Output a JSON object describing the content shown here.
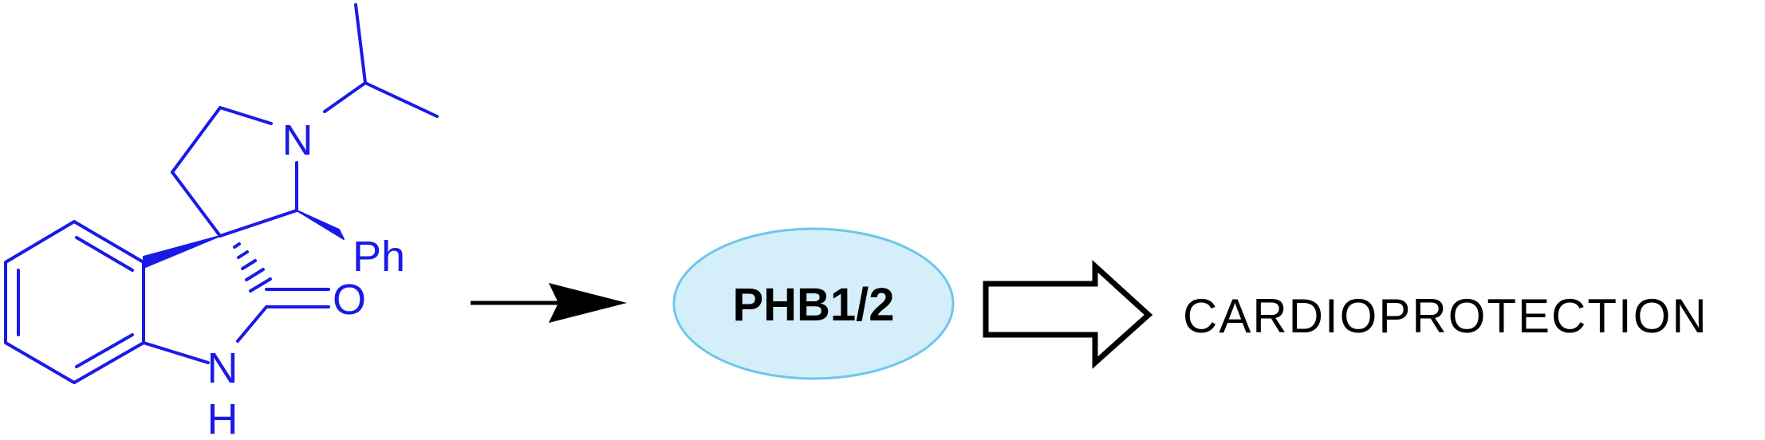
{
  "molecule": {
    "atoms": {
      "n_ring": "N",
      "ph": "Ph",
      "o": "O",
      "n_lactam": "N",
      "h_lactam": "H"
    },
    "bond_color": "#1a1ae6"
  },
  "target": {
    "label": "PHB1/2",
    "fill_color": "#d4effa",
    "stroke_color": "#6ec6ea"
  },
  "effect": {
    "label": "CARDIOPROTECTION"
  }
}
